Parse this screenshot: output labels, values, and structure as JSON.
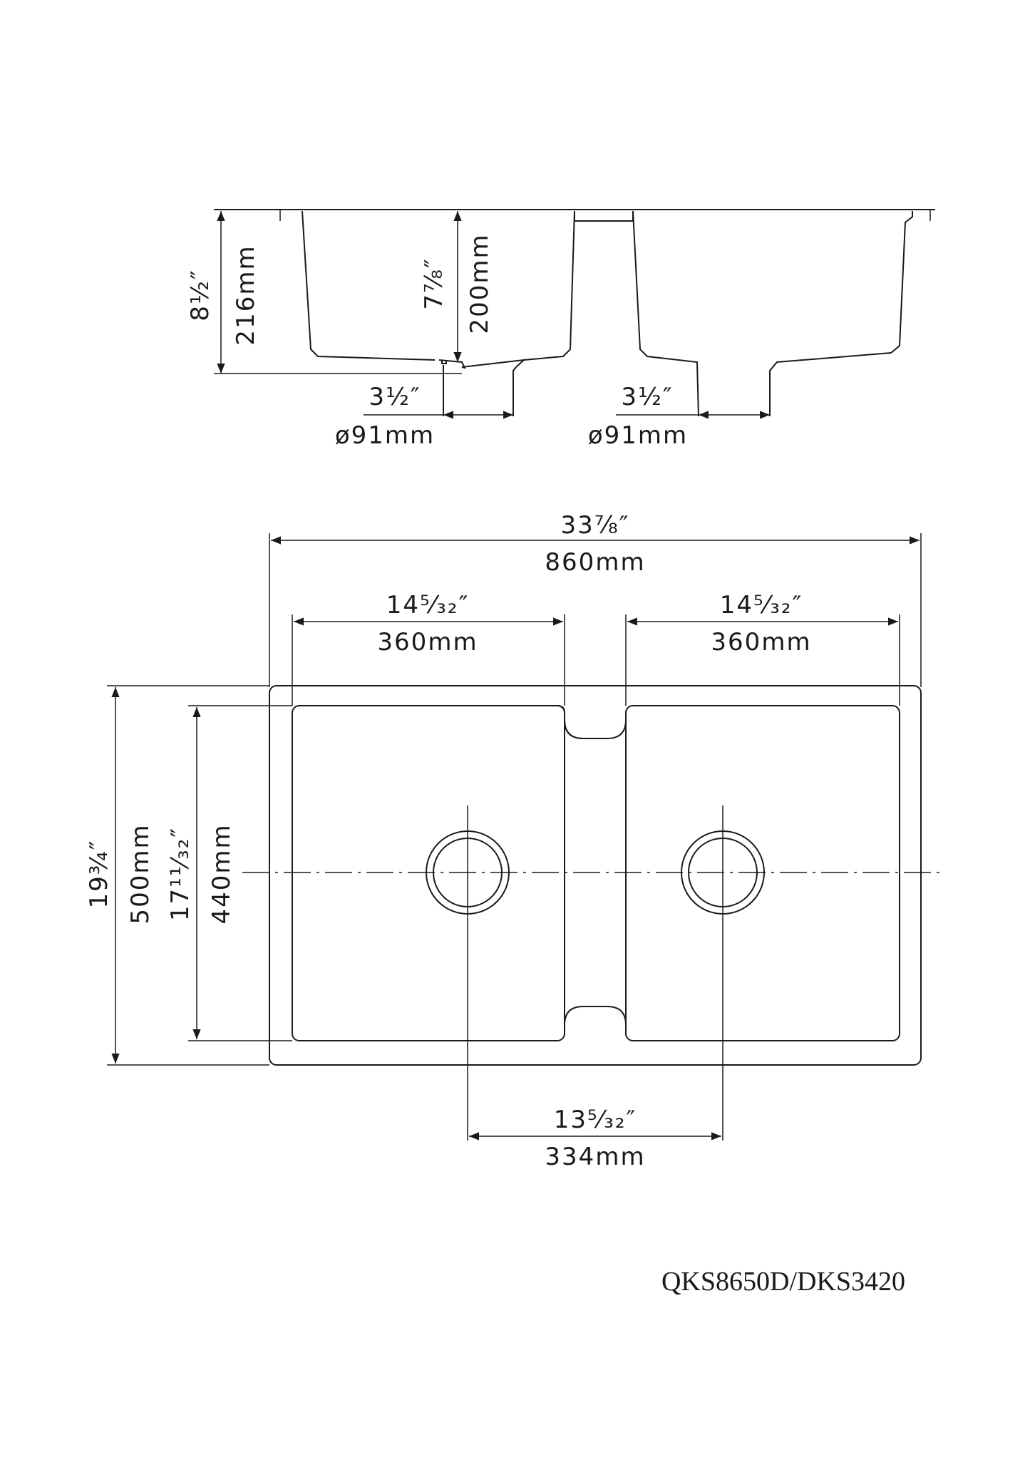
{
  "side_view": {
    "height_overall": {
      "in": "8½″",
      "mm": "216mm"
    },
    "bowl_depth": {
      "in": "7⅞″",
      "mm": "200mm"
    },
    "drain_left": {
      "in": "3½″",
      "mm": "ø91mm"
    },
    "drain_right": {
      "in": "3½″",
      "mm": "ø91mm"
    }
  },
  "top_view": {
    "overall_width": {
      "in": "33⅞″",
      "mm": "860mm"
    },
    "bowl_left_width": {
      "in": "14⁵⁄₃₂″",
      "mm": "360mm"
    },
    "bowl_right_width": {
      "in": "14⁵⁄₃₂″",
      "mm": "360mm"
    },
    "overall_depth": {
      "in": "19¾″",
      "mm": "500mm"
    },
    "bowl_depth": {
      "in": "17¹¹⁄₃₂″",
      "mm": "440mm"
    },
    "drain_spacing": {
      "in": "13⁵⁄₃₂″",
      "mm": "334mm"
    }
  },
  "model_number": "QKS8650D/DKS3420"
}
